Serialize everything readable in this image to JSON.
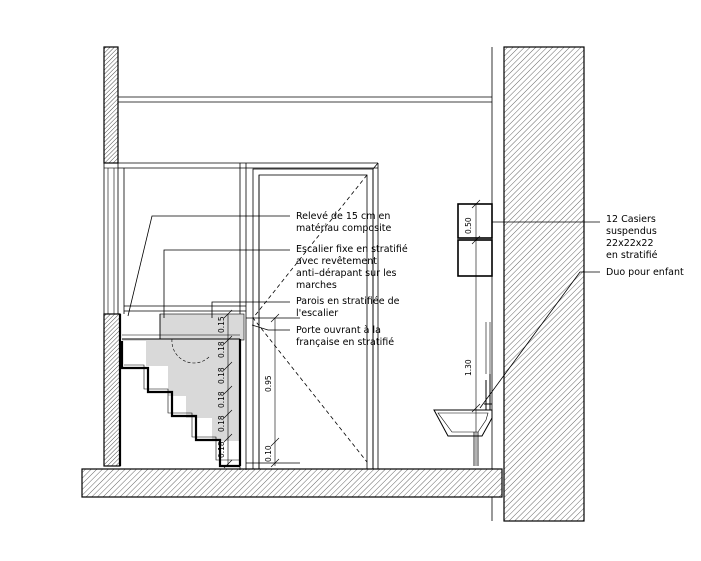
{
  "annotations": {
    "releve": [
      "Relevé de 15 cm en",
      "matériau composite"
    ],
    "escalier": [
      "Escalier fixe en stratifié",
      "avec revêtement",
      "anti–dérapant sur les",
      "marches"
    ],
    "parois": [
      "Parois en stratifiée de",
      "l'escalier"
    ],
    "porte": [
      "Porte ouvrant à la",
      "française en stratifié"
    ],
    "casiers": [
      "12 Casiers",
      "suspendus",
      "22x22x22",
      "en stratifié"
    ],
    "duo": [
      "Duo pour enfant"
    ]
  },
  "dimensions": {
    "releve": "0.15",
    "step1": "0.18",
    "step2": "0.18",
    "step3": "0.18",
    "step4": "0.18",
    "step5": "0.18",
    "door_height": "0.95",
    "door_base": "0.10",
    "casier_height": "0.50",
    "duo_height": "1.30"
  },
  "colors": {
    "line": "#000000",
    "stair_fill": "#d9d9d9",
    "wall_hatch": "#000000"
  }
}
